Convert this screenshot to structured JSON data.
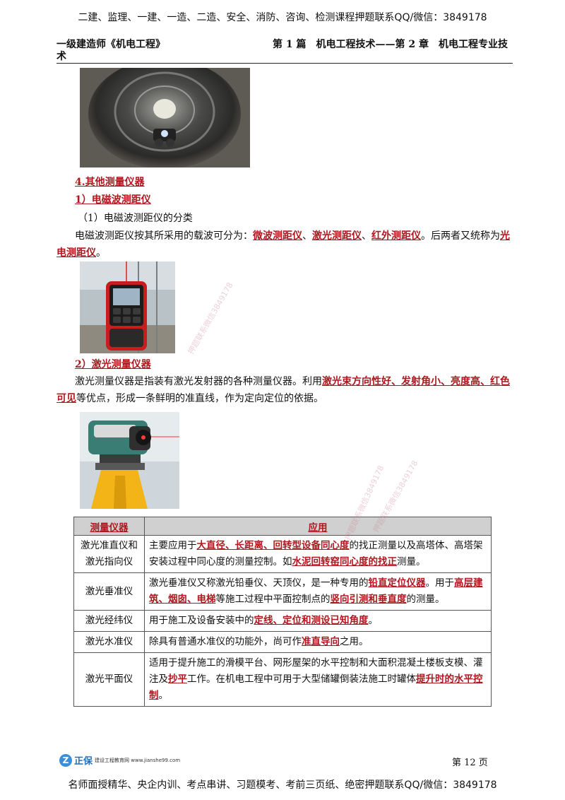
{
  "header": {
    "top_banner": "二建、监理、一建、一造、二造、安全、消防、咨询、检测课程押题联系QQ/微信：3849178",
    "left": "一级建造师《机电工程》",
    "right": "第 1 篇　机电工程技术——第 2 章　机电工程专业技",
    "wrap": "术"
  },
  "section": {
    "heading4": "4.其他测量仪器",
    "heading_emd": "1）电磁波测距仪",
    "sub_classification": "（1）电磁波测距仪的分类",
    "para1_a": "电磁波测距仪按其所采用的载波可分为：",
    "para1_kw1": "微波测距仪",
    "para1_sep1": "、",
    "para1_kw2": "激光测距仪",
    "para1_sep2": "、",
    "para1_kw3": "红外测距仪",
    "para1_b": "。后两者又统称为",
    "para1_kw4": "光电测距仪",
    "para1_c": "。",
    "heading_laser": "2）激光测量仪器",
    "para2_a": "激光测量仪器是指装有激光发射器的各种测量仪器。利用",
    "para2_kw": "激光束方向性好、发射角小、亮度高、红色可见",
    "para2_b": "等优点，形成一条鲜明的准直线，作为定向定位的依据。"
  },
  "table": {
    "col1": "测量仪器",
    "col2": "应用",
    "rows": [
      {
        "name": "激光准直仪和激光指向仪",
        "t1": "主要应用于",
        "k1": "大直径、长距离、回转型设备同心度",
        "t2": "的找正测量以及高塔体、高塔架安装过程中同心度的测量控制。如",
        "k2": "水泥回转窑同心度的找正",
        "t3": "测量。"
      },
      {
        "name": "激光垂准仪",
        "t1": "激光垂准仪又称激光铅垂仪、天顶仪，是一种专用的",
        "k1": "铅直定位仪器",
        "t2": "。用于",
        "k2": "高层建筑、烟囱、电梯",
        "t3": "等施工过程中平面控制点的",
        "k3": "竖向引测和垂直度",
        "t4": "的测量。"
      },
      {
        "name": "激光经纬仪",
        "t1": "用于施工及设备安装中的",
        "k1": "定线、定位和测设已知角度",
        "t2": "。"
      },
      {
        "name": "激光水准仪",
        "t1": "除具有普通水准仪的功能外，尚可作",
        "k1": "准直导向",
        "t2": "之用。"
      },
      {
        "name": "激光平面仪",
        "t1": "适用于提升施工的滑模平台、网形屋架的水平控制和大面积混凝土楼板支模、灌注及",
        "k1": "抄平",
        "t2": "工作。在机电工程中可用于大型储罐倒装法施工时罐体",
        "k2": "提升时的水平控制",
        "t3": "。"
      }
    ]
  },
  "watermarks": {
    "wm1": "押题联系微信3849178",
    "wm2": "押题联系微信3849178",
    "wm3": "押题联系微信3849178"
  },
  "footer": {
    "logo_letter": "Z",
    "logo_brand": "正保",
    "logo_sub": "建设工程教育网 www.jianshe99.com",
    "page_label": "第 12 页",
    "bottom_banner": "名师面授精华、央企内训、考点串讲、习题模考、考前三页纸、绝密押题联系QQ/微信：3849178"
  },
  "colors": {
    "keyword": "#b0171f",
    "table_header": "#d0d0d0",
    "logo": "#3a8fd8"
  }
}
